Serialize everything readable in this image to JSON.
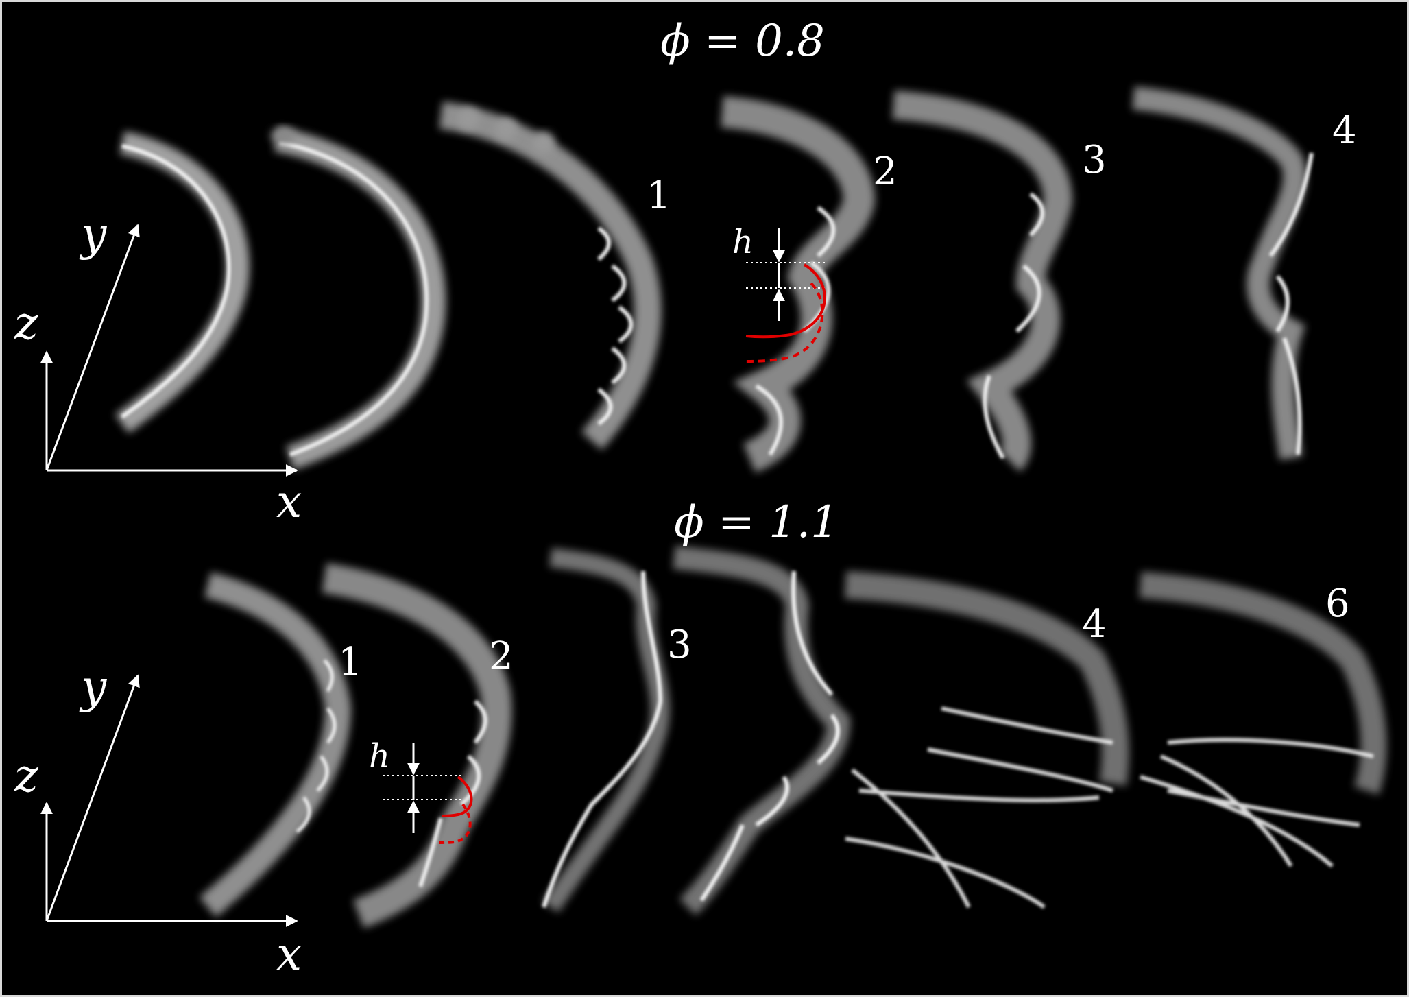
{
  "panels": [
    {
      "id": "top",
      "title": "ϕ = 0.8",
      "frame_labels": [
        "1",
        "2",
        "3",
        "4"
      ],
      "axes": {
        "x": "x",
        "y": "y",
        "z": "z"
      },
      "height_marker": "h"
    },
    {
      "id": "bottom",
      "title": "ϕ = 1.1",
      "frame_labels": [
        "1",
        "2",
        "3",
        "4",
        "6"
      ],
      "axes": {
        "x": "x",
        "y": "y",
        "z": "z"
      },
      "height_marker": "h"
    }
  ],
  "colors": {
    "background": "#000000",
    "flame": "#e6e6e6",
    "annotation": "#e00000",
    "axes": "#ffffff"
  }
}
